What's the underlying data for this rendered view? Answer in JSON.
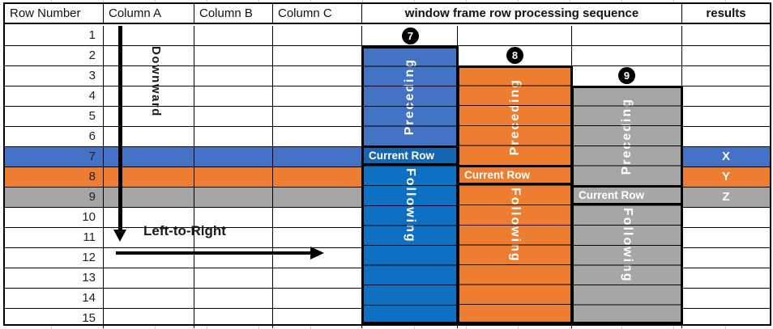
{
  "table": {
    "headers": {
      "row_number": "Row Number",
      "col_a": "Column A",
      "col_b": "Column B",
      "col_c": "Column C",
      "window": "window frame row processing sequence",
      "results": "results"
    },
    "row_numbers": [
      "1",
      "2",
      "3",
      "4",
      "5",
      "6",
      "7",
      "8",
      "9",
      "10",
      "11",
      "12",
      "13",
      "14",
      "15"
    ],
    "highlight_rows": [
      {
        "row": 7,
        "color_key": "blue",
        "result": "X"
      },
      {
        "row": 8,
        "color_key": "orange",
        "result": "Y"
      },
      {
        "row": 9,
        "color_key": "gray",
        "result": "Z"
      }
    ]
  },
  "bars": [
    {
      "badge": "7",
      "preceding_label": "Preceding",
      "current_label": "Current Row",
      "following_label": "Following",
      "preceding_color_key": "blue",
      "current_color_key": "blue_current",
      "following_color_key": "blue_following"
    },
    {
      "badge": "8",
      "preceding_label": "Preceding",
      "current_label": "Current Row",
      "following_label": "Following",
      "preceding_color_key": "orange",
      "current_color_key": "orange",
      "following_color_key": "orange"
    },
    {
      "badge": "9",
      "preceding_label": "Preceding",
      "current_label": "Current Row",
      "following_label": "Following",
      "preceding_color_key": "gray",
      "current_color_key": "gray",
      "following_color_key": "gray"
    }
  ],
  "annotations": {
    "downward": "Downward",
    "left_to_right": "Left-to-Right"
  },
  "colors": {
    "blue": "#4472C4",
    "blue_current": "#1565B0",
    "blue_following": "#0E70C2",
    "orange": "#ED7D31",
    "gray": "#A6A6A6",
    "result_text": "#FFFFFF",
    "border": "#000000"
  }
}
